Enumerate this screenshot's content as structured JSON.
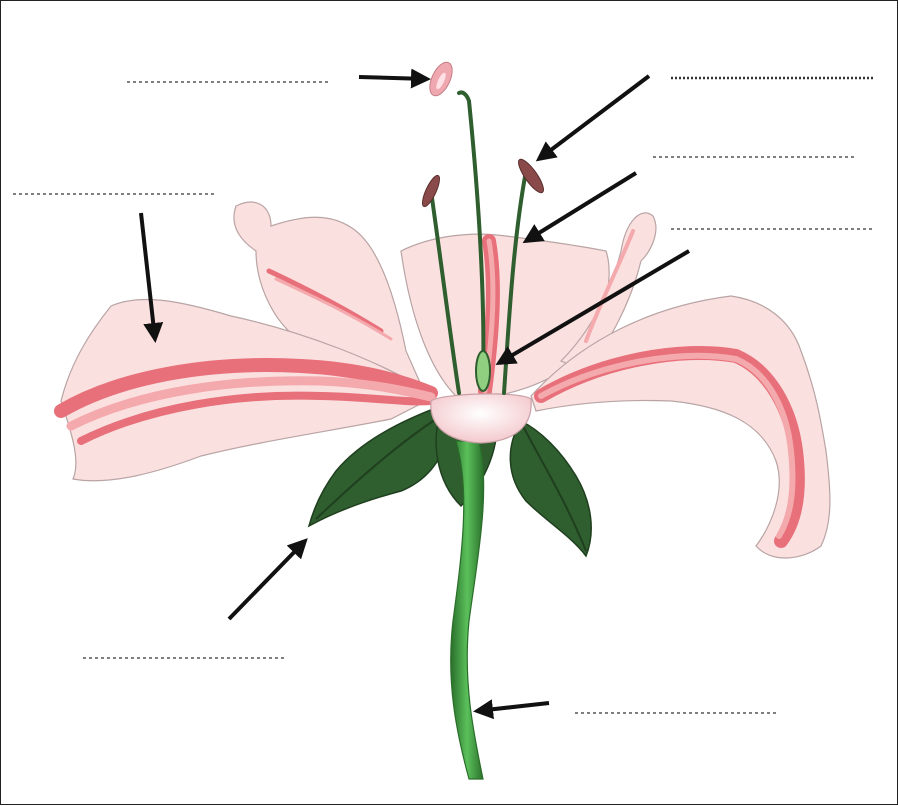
{
  "diagram": {
    "labels": [
      {
        "id": "stigma",
        "text": ""
      },
      {
        "id": "anther",
        "text": ""
      },
      {
        "id": "filament",
        "text": ""
      },
      {
        "id": "ovary",
        "text": ""
      },
      {
        "id": "petal",
        "text": ""
      },
      {
        "id": "sepal",
        "text": ""
      },
      {
        "id": "stem",
        "text": ""
      }
    ],
    "colors": {
      "petal_fill": "#fbe0e0",
      "petal_stripe": "#e8707a",
      "petal_stripe_light": "#f4a9ad",
      "petal_outline": "#b9a4a4",
      "leaf": "#2f5e2f",
      "leaf_dark": "#1f3f1f",
      "stem": "#3f9a3f",
      "stem_dark": "#2a6e2a",
      "anther": "#8a4a4a",
      "stigma": "#f0a8b0",
      "receptacle": "#fbe8ea",
      "arrow": "#111111",
      "blank_line": "#333333"
    }
  }
}
